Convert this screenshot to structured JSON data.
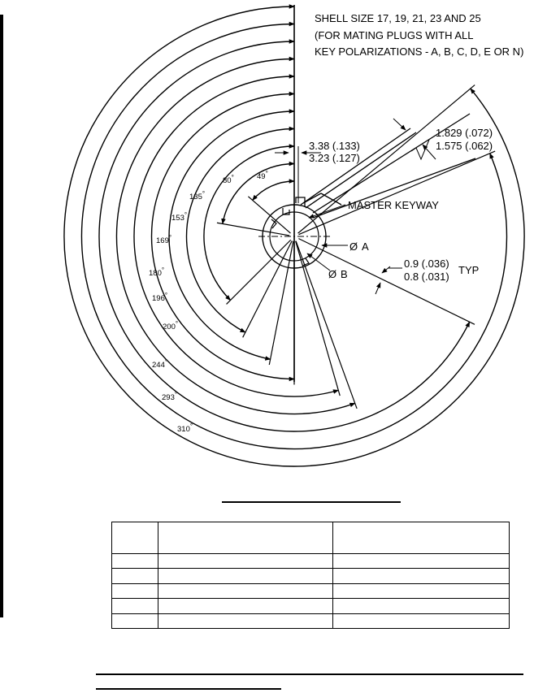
{
  "notes": {
    "line1": "SHELL SIZE 17, 19, 21, 23  AND 25",
    "line2": "(FOR MATING PLUGS WITH ALL",
    "line3": "KEY POLARIZATIONS - A, B, C, D, E  OR N)"
  },
  "dimensions": {
    "keyway_upper": "3.38 (.133)",
    "keyway_lower": "3.23 (.127)",
    "slot_upper": "1.829 (.072)",
    "slot_lower": "1.575 (.062)",
    "typ_upper": "0.9 (.036)",
    "typ_lower": "0.8 (.031)",
    "typ": "TYP"
  },
  "callouts": {
    "master_keyway": "MASTER KEYWAY",
    "dia_a": "A",
    "dia_b": "B",
    "diameter_symbol": "Ø"
  },
  "angles": [
    {
      "value": "49",
      "unit": "°"
    },
    {
      "value": "80",
      "unit": "°"
    },
    {
      "value": "135",
      "unit": "°"
    },
    {
      "value": "153",
      "unit": "°"
    },
    {
      "value": "169",
      "unit": "°"
    },
    {
      "value": "180",
      "unit": "°"
    },
    {
      "value": "196",
      "unit": "°"
    },
    {
      "value": "200",
      "unit": "°"
    },
    {
      "value": "244",
      "unit": "°"
    },
    {
      "value": "293",
      "unit": "°"
    },
    {
      "value": "310",
      "unit": "°"
    }
  ]
}
